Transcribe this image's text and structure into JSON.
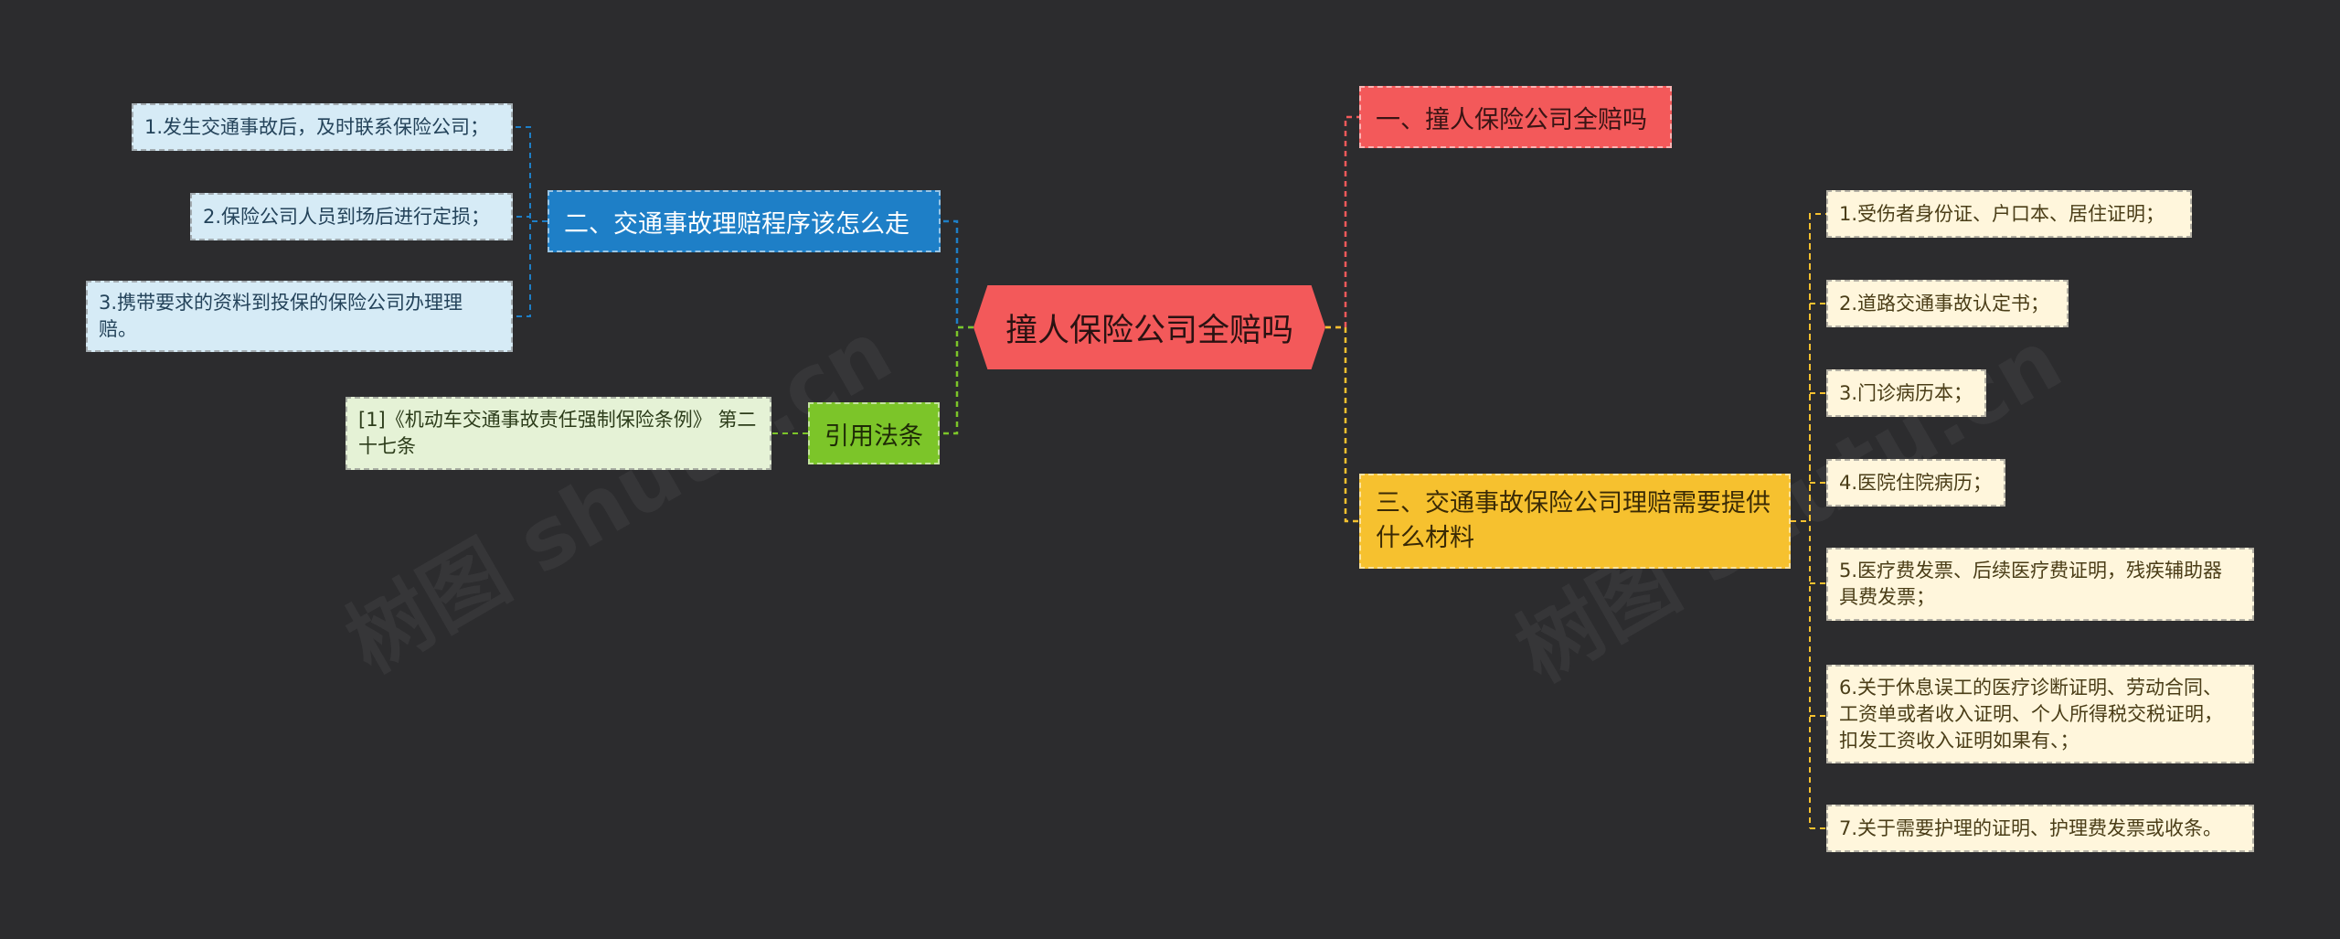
{
  "root": {
    "label": "撞人保险公司全赔吗"
  },
  "branches": {
    "b1": {
      "label": "一、撞人保险公司全赔吗",
      "color": "#f3595a"
    },
    "b2": {
      "label": "二、交通事故理赔程序该怎么走",
      "color": "#1e7fc7",
      "items": [
        "1.发生交通事故后，及时联系保险公司；",
        "2.保险公司人员到场后进行定损；",
        "3.携带要求的资料到投保的保险公司办理理赔。"
      ]
    },
    "b3": {
      "label": "三、交通事故保险公司理赔需要提供什么材料",
      "color": "#f6c12f",
      "items": [
        "1.受伤者身份证、户口本、居住证明；",
        "2.道路交通事故认定书；",
        "3.门诊病历本；",
        "4.医院住院病历；",
        "5.医疗费发票、后续医疗费证明，残疾辅助器具费发票；",
        "6.关于休息误工的医疗诊断证明、劳动合同、工资单或者收入证明、个人所得税交税证明，扣发工资收入证明如果有、；",
        "7.关于需要护理的证明、护理费发票或收条。"
      ]
    },
    "b4": {
      "label": "引用法条",
      "color": "#7cc529",
      "items": [
        "[1]《机动车交通事故责任强制保险条例》 第二十七条"
      ]
    }
  },
  "watermark": "树图 shutu.cn"
}
